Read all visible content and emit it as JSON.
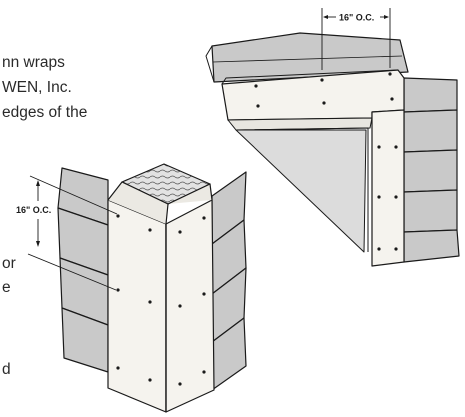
{
  "text_fragments": {
    "line1": "nn wraps",
    "line2": "WEN, Inc.",
    "line3": "edges of the",
    "line4": "or",
    "line5": "e",
    "line6": "d"
  },
  "dimensions": {
    "top_spacing": "16\" O.C.",
    "side_spacing": "16\" O.C."
  },
  "colors": {
    "siding": "#c9c9c9",
    "trim": "#f5f3ee",
    "outline": "#1a1a1a",
    "wood_end": "#e2e2e2"
  }
}
